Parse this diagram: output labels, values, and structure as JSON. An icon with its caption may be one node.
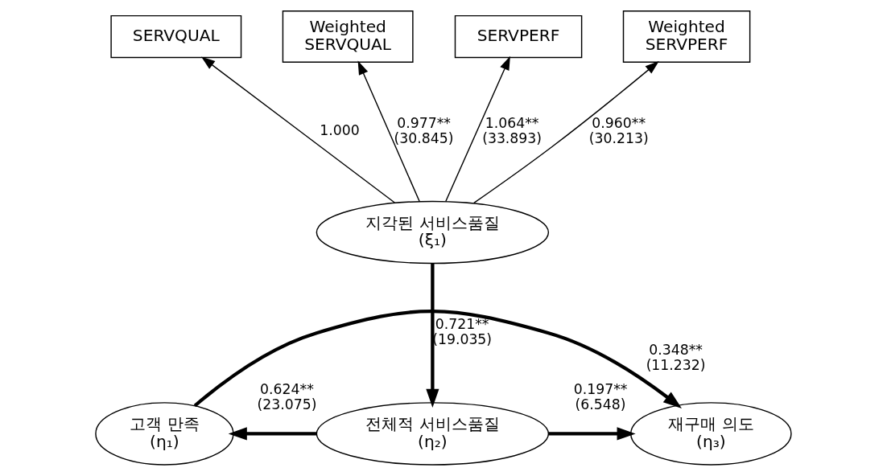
{
  "diagram": {
    "nodes": [
      {
        "text": [
          "SERVQUAL"
        ]
      },
      {
        "text": [
          "Weighted SERVQUAL"
        ]
      },
      {
        "text": [
          "SERVPERF"
        ]
      },
      {
        "text": [
          "Weighted SERVPERF"
        ]
      },
      {
        "text": [
          "지각된 서비스품질",
          "(ξ₁)"
        ]
      },
      {
        "text": [
          "고객 만족",
          "(η₁)"
        ]
      },
      {
        "text": [
          "전체적 서비스품질",
          "(η₂)"
        ]
      },
      {
        "text": [
          "재구매 의도",
          "(η₃)"
        ]
      }
    ],
    "edges": [
      {
        "from": 4,
        "to": 0,
        "arrow": "to",
        "label": "1.000"
      },
      {
        "from": 4,
        "to": 1,
        "arrow": "to",
        "label": "0.977** (30.845)"
      },
      {
        "from": 4,
        "to": 2,
        "arrow": "to",
        "label": "1.064** (33.893)"
      },
      {
        "from": 4,
        "to": 3,
        "arrow": "to",
        "label": "0.960** (30.213)"
      },
      {
        "from": 4,
        "to": 6,
        "arrow": "to",
        "label": "0.721** (19.035)",
        "style": "thick"
      },
      {
        "from": 5,
        "to": 7,
        "arrow": "to",
        "label": "0.348** (11.232)",
        "style": "thick"
      },
      {
        "from": 6,
        "to": 5,
        "arrow": "to",
        "label": "0.624** (23.075)",
        "style": "thick"
      },
      {
        "from": 6,
        "to": 7,
        "arrow": "to",
        "label": "0.197** (6.548)",
        "style": "thick"
      }
    ]
  }
}
